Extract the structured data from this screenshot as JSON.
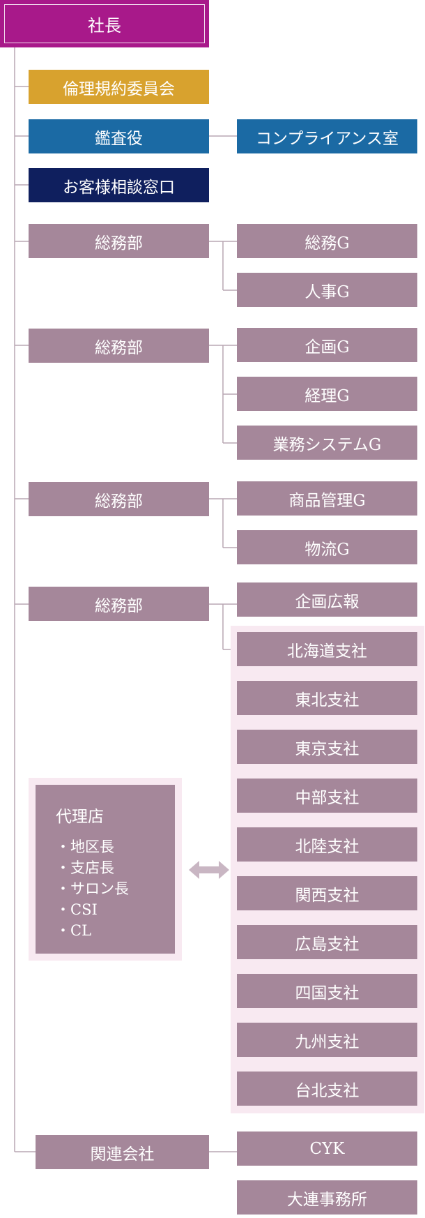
{
  "president": "社長",
  "direct_units": {
    "ethics": "倫理規約委員会",
    "auditor": "鑑査役",
    "compliance": "コンプライアンス室",
    "customer_desk": "お客様相談窓口"
  },
  "departments": [
    {
      "name": "総務部",
      "groups": [
        "総務G",
        "人事G"
      ]
    },
    {
      "name": "総務部",
      "groups": [
        "企画G",
        "経理G",
        "業務システムG"
      ]
    },
    {
      "name": "総務部",
      "groups": [
        "商品管理G",
        "物流G"
      ]
    },
    {
      "name": "総務部",
      "groups": [
        "企画広報"
      ]
    }
  ],
  "branches": [
    "北海道支社",
    "東北支社",
    "東京支社",
    "中部支社",
    "北陸支社",
    "関西支社",
    "広島支社",
    "四国支社",
    "九州支社",
    "台北支社"
  ],
  "agency": {
    "title": "代理店",
    "items": [
      "地区長",
      "支店長",
      "サロン長",
      "CSI",
      "CL"
    ]
  },
  "affiliates": {
    "name": "関連会社",
    "members": [
      "CYK",
      "大連事務所"
    ]
  },
  "colors": {
    "president": "#a8198a",
    "ethics": "#d8a22e",
    "audit": "#1b6aa4",
    "customer": "#0f1f5e",
    "unit": "#a5879a",
    "panel": "#f8e9f1",
    "line": "#b9a7b3"
  }
}
